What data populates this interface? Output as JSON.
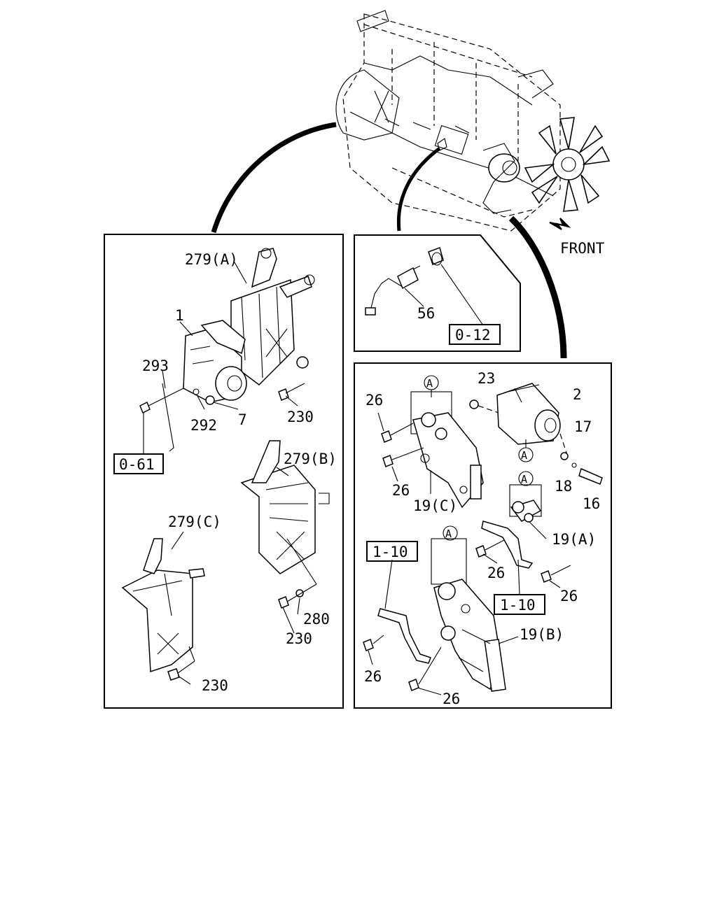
{
  "direction_label": "FRONT",
  "reference_boxes": [
    "0-61",
    "0-12",
    "1-10",
    "1-10"
  ],
  "circle_marker": "A",
  "panels": {
    "starter": {
      "labels": [
        "279(A)",
        "1",
        "293",
        "292",
        "7",
        "230",
        "279(B)",
        "279(C)",
        "230",
        "280",
        "230"
      ]
    },
    "sensor": {
      "labels": [
        "56"
      ]
    },
    "alternator": {
      "labels": [
        "23",
        "2",
        "26",
        "17",
        "26",
        "18",
        "16",
        "19(C)",
        "19(A)",
        "26",
        "26",
        "19(B)",
        "26",
        "26"
      ]
    }
  }
}
